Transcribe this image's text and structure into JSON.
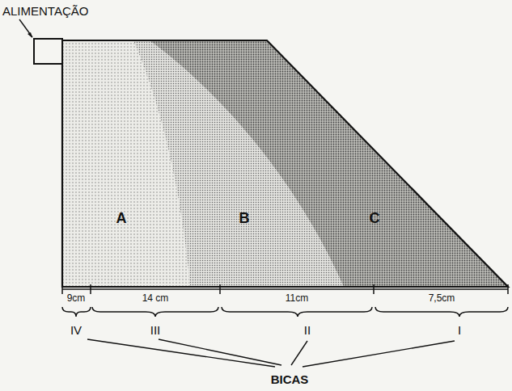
{
  "diagram": {
    "labels": [
      "ALIMENTAÇÃO",
      "A",
      "B",
      "C",
      "9cm",
      "14 cm",
      "11cm",
      "7,5cm",
      "IV",
      "III",
      "II",
      "I",
      "BICAS"
    ]
  }
}
